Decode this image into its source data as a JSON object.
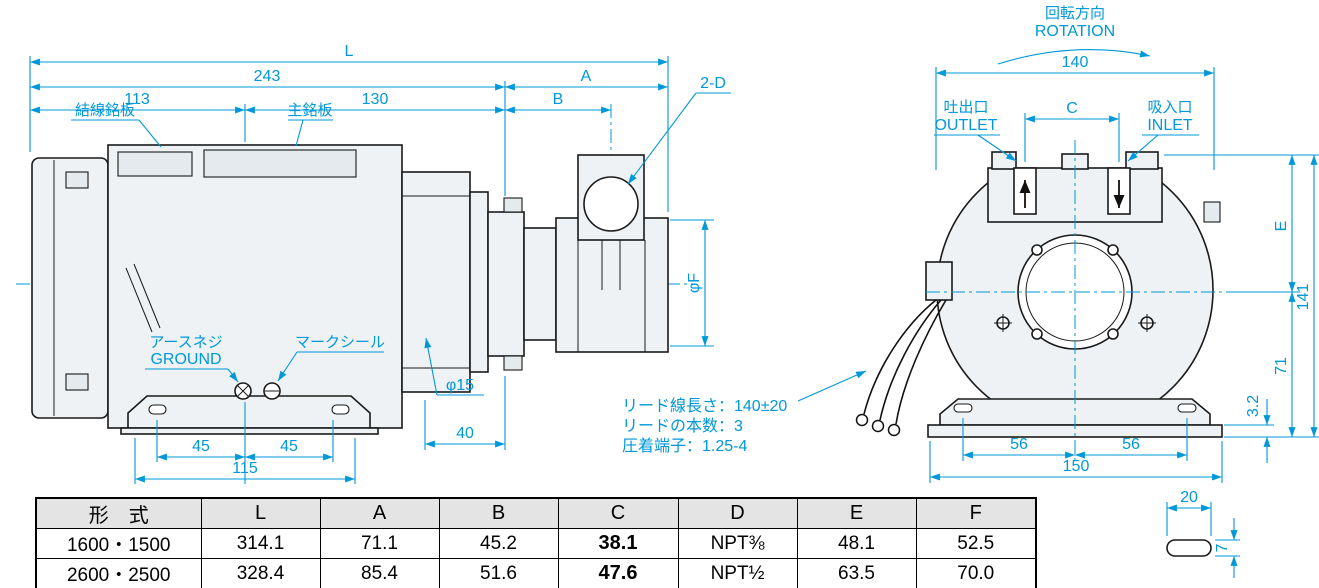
{
  "colors": {
    "dim": "#0098d8",
    "line": "#1a1a1a",
    "fill": "#eef2f5",
    "table_header_bg": "#e4e4e4"
  },
  "side_view": {
    "dim_L": "L",
    "dim_243": "243",
    "dim_113": "113",
    "dim_130": "130",
    "dim_A": "A",
    "dim_B": "B",
    "callout_2d": "2-D",
    "label_wiring_plate": "結線銘板",
    "label_main_plate": "主銘板",
    "label_earth_jp": "アースネジ",
    "label_earth_en": "GROUND",
    "label_mark_seal": "マークシール",
    "dim_phi15": "φ15",
    "dim_40": "40",
    "dim_45_left": "45",
    "dim_45_right": "45",
    "dim_115": "115",
    "dim_phiF": "φF"
  },
  "front_view": {
    "rotation_jp": "回転方向",
    "rotation_en": "ROTATION",
    "outlet_jp": "吐出口",
    "outlet_en": "OUTLET",
    "inlet_jp": "吸入口",
    "inlet_en": "INLET",
    "dim_140": "140",
    "dim_C": "C",
    "dim_E": "E",
    "dim_141": "141",
    "dim_71": "71",
    "dim_3_2": "3.2",
    "dim_56_left": "56",
    "dim_56_right": "56",
    "dim_150": "150"
  },
  "notes": {
    "line1": "リード線長さ：140±20",
    "line2": "リードの本数：3",
    "line3": "圧着端子：1.25-4"
  },
  "slot_detail": {
    "dim_20": "20",
    "dim_7": "7"
  },
  "table": {
    "headers": [
      "形　式",
      "L",
      "A",
      "B",
      "C",
      "D",
      "E",
      "F"
    ],
    "rows": [
      [
        "1600・1500",
        "314.1",
        "71.1",
        "45.2",
        "38.1",
        "NPT⅜",
        "48.1",
        "52.5"
      ],
      [
        "2600・2500",
        "328.4",
        "85.4",
        "51.6",
        "47.6",
        "NPT½",
        "63.5",
        "70.0"
      ]
    ]
  }
}
